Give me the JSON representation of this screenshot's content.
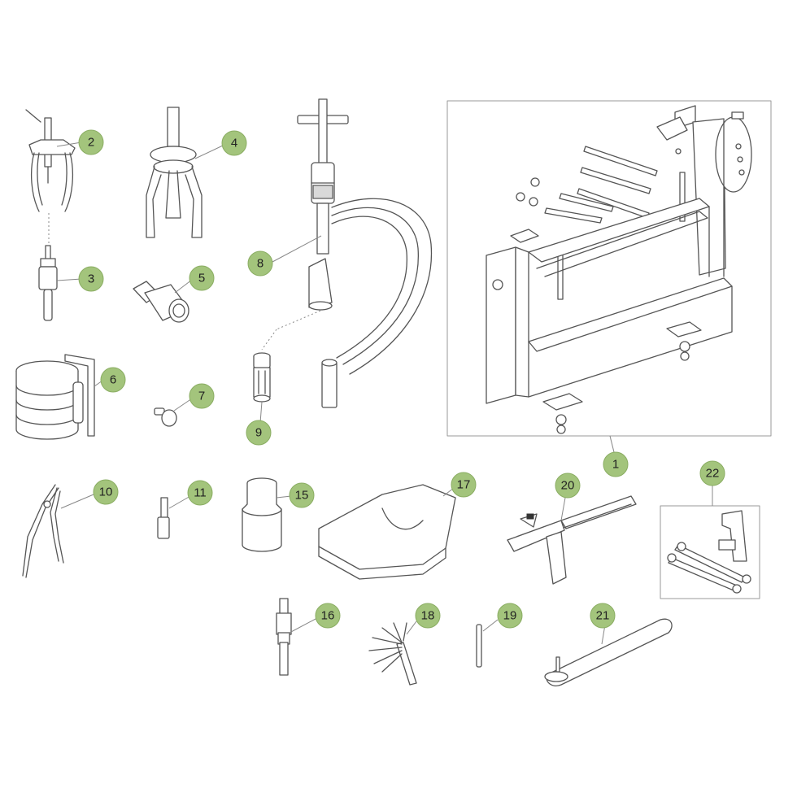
{
  "callouts": {
    "c1": "1",
    "c2": "2",
    "c3": "3",
    "c4": "4",
    "c5": "5",
    "c6": "6",
    "c7": "7",
    "c8": "8",
    "c9": "9",
    "c10": "10",
    "c11": "11",
    "c15": "15",
    "c16": "16",
    "c17": "17",
    "c18": "18",
    "c19": "19",
    "c20": "20",
    "c21": "21",
    "c22": "22"
  }
}
